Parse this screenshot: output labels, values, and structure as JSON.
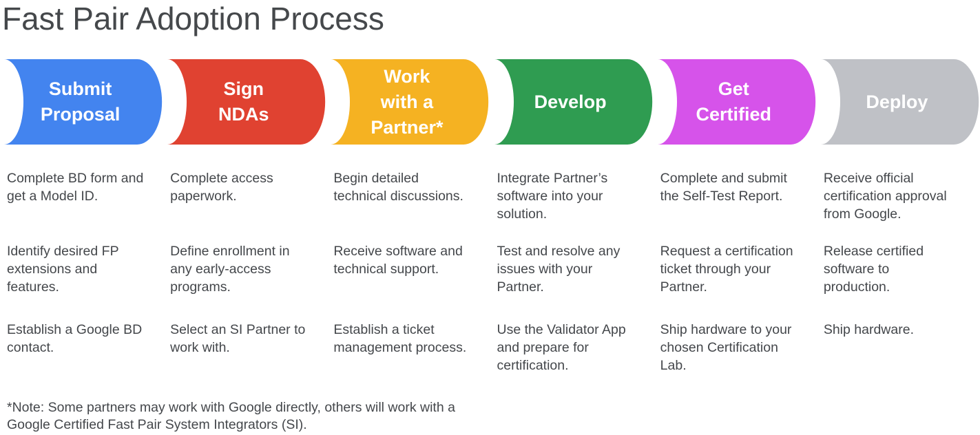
{
  "title": "Fast Pair Adoption Process",
  "note": "*Note: Some partners may work with Google directly, others will work with a\nGoogle Certified Fast Pair System Integrators (SI).",
  "stages": [
    {
      "label": "Submit\nProposal",
      "color": "#4384EF",
      "descriptions": [
        "Complete BD form and\nget a Model ID.",
        "Identify desired FP\nextensions and\nfeatures.",
        "Establish a Google BD\ncontact."
      ]
    },
    {
      "label": "Sign\nNDAs",
      "color": "#E04231",
      "descriptions": [
        "Complete access\npaperwork.",
        "Define enrollment in\nany early-access\nprograms.",
        "Select an SI Partner to\nwork with."
      ]
    },
    {
      "label": "Work\nwith a\nPartner*",
      "color": "#F5B222",
      "descriptions": [
        "Begin detailed\ntechnical discussions.",
        "Receive software and\ntechnical support.",
        "Establish a ticket\nmanagement process."
      ]
    },
    {
      "label": "Develop",
      "color": "#2F9C51",
      "descriptions": [
        "Integrate Partner’s\nsoftware into your\nsolution.",
        "Test and resolve any\nissues with your\nPartner.",
        "Use the Validator App\nand prepare for\ncertification."
      ]
    },
    {
      "label": "Get\nCertified",
      "color": "#D653EA",
      "descriptions": [
        "Complete and submit\nthe Self-Test Report.",
        "Request a certification\nticket through your\nPartner.",
        "Ship hardware to your\nchosen Certification\nLab."
      ]
    },
    {
      "label": "Deploy",
      "color": "#BFC1C6",
      "descriptions": [
        "Receive official\ncertification approval\nfrom Google.",
        "Release certified\nsoftware to\nproduction.",
        "Ship hardware."
      ]
    }
  ]
}
